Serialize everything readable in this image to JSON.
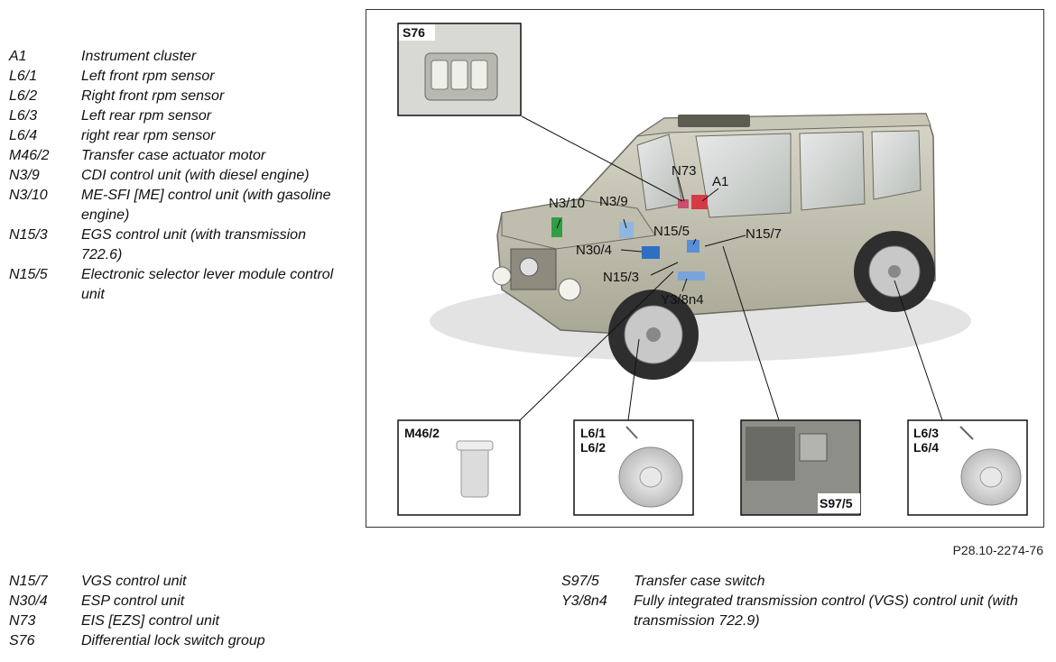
{
  "legend_top": [
    {
      "code": "A1",
      "desc": "Instrument cluster"
    },
    {
      "code": "L6/1",
      "desc": "Left front rpm sensor"
    },
    {
      "code": "L6/2",
      "desc": "Right front rpm sensor"
    },
    {
      "code": "L6/3",
      "desc": "Left rear rpm sensor"
    },
    {
      "code": "L6/4",
      "desc": "right rear rpm sensor"
    },
    {
      "code": "M46/2",
      "desc": "Transfer case actuator motor"
    },
    {
      "code": "N3/9",
      "desc": "CDI control unit (with diesel engine)"
    },
    {
      "code": "N3/10",
      "desc": "ME-SFI [ME] control unit (with gasoline engine)"
    },
    {
      "code": "N15/3",
      "desc": "EGS control unit (with transmission 722.6)"
    },
    {
      "code": "N15/5",
      "desc": "Electronic selector lever module control unit"
    }
  ],
  "legend_bottom_left": [
    {
      "code": "N15/7",
      "desc": "VGS control unit"
    },
    {
      "code": "N30/4",
      "desc": "ESP control unit"
    },
    {
      "code": "N73",
      "desc": "EIS [EZS] control unit"
    },
    {
      "code": "S76",
      "desc": "Differential lock switch group"
    }
  ],
  "legend_bottom_right": [
    {
      "code": "S97/5",
      "desc": "Transfer case switch"
    },
    {
      "code": "Y3/8n4",
      "desc": "Fully integrated transmission control (VGS) control unit (with transmission 722.9)"
    }
  ],
  "figure": {
    "reference": "P28.10-2274-76",
    "callouts": {
      "s76": "S76",
      "n73": "N73",
      "a1": "A1",
      "n3_10": "N3/10",
      "n3_9": "N3/9",
      "n15_5": "N15/5",
      "n15_7": "N15/7",
      "n30_4": "N30/4",
      "n15_3": "N15/3",
      "y3_8n4": "Y3/8n4",
      "m46_2": "M46/2",
      "l6_1": "L6/1",
      "l6_2": "L6/2",
      "s97_5": "S97/5",
      "l6_3": "L6/3",
      "l6_4": "L6/4"
    }
  }
}
